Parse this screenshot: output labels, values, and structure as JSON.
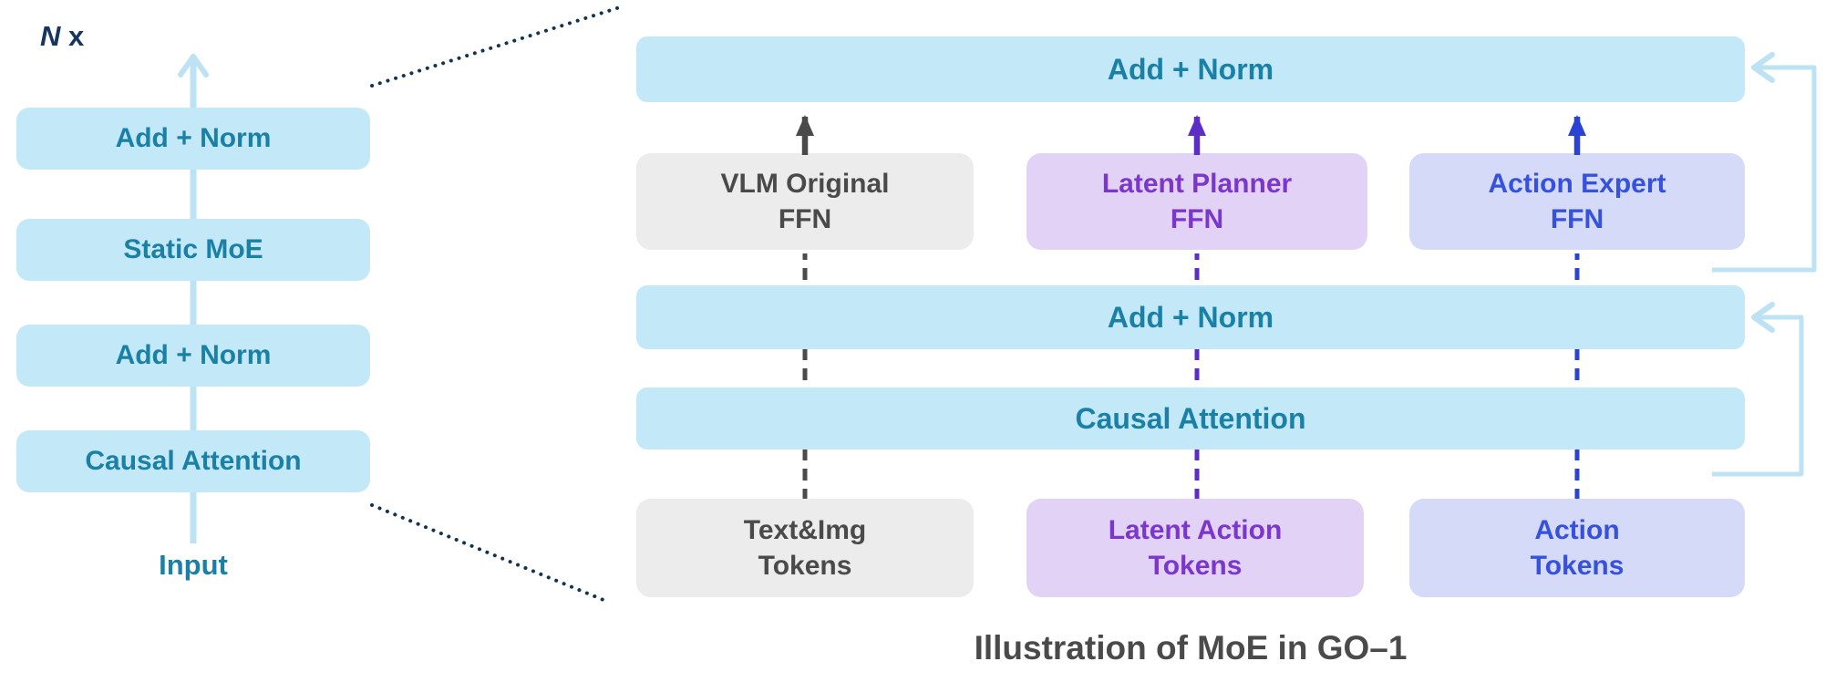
{
  "colors": {
    "bar_fill": "#C3E9F8",
    "bar_text": "#1A80A6",
    "gray_fill": "#ECECEC",
    "gray_text": "#4A4A4A",
    "purple_fill": "#E2D2F6",
    "purple_text": "#7B36CC",
    "blue_fill": "#D4DAF7",
    "blue_text": "#3551DE",
    "residual_arrow": "#BCE2F4",
    "guide_dots": "#12344F",
    "arrow_gray": "#4A4A4A",
    "arrow_purple": "#5D2EC5",
    "arrow_blue": "#2B43D4"
  },
  "left_panel": {
    "repeat_n": "N",
    "repeat_x": "x",
    "blocks": [
      "Add + Norm",
      "Static MoE",
      "Add + Norm",
      "Causal Attention"
    ],
    "input_label": "Input"
  },
  "right_panel": {
    "top_add_norm": "Add + Norm",
    "ffn_boxes": [
      {
        "line1": "VLM Original",
        "line2": "FFN"
      },
      {
        "line1": "Latent Planner",
        "line2": "FFN"
      },
      {
        "line1": "Action Expert",
        "line2": "FFN"
      }
    ],
    "mid_add_norm": "Add + Norm",
    "causal_attention": "Causal Attention",
    "token_boxes": [
      {
        "line1": "Text&Img",
        "line2": "Tokens"
      },
      {
        "line1": "Latent Action",
        "line2": "Tokens"
      },
      {
        "line1": "Action",
        "line2": "Tokens"
      }
    ]
  },
  "caption": "Illustration of MoE in GO–1"
}
